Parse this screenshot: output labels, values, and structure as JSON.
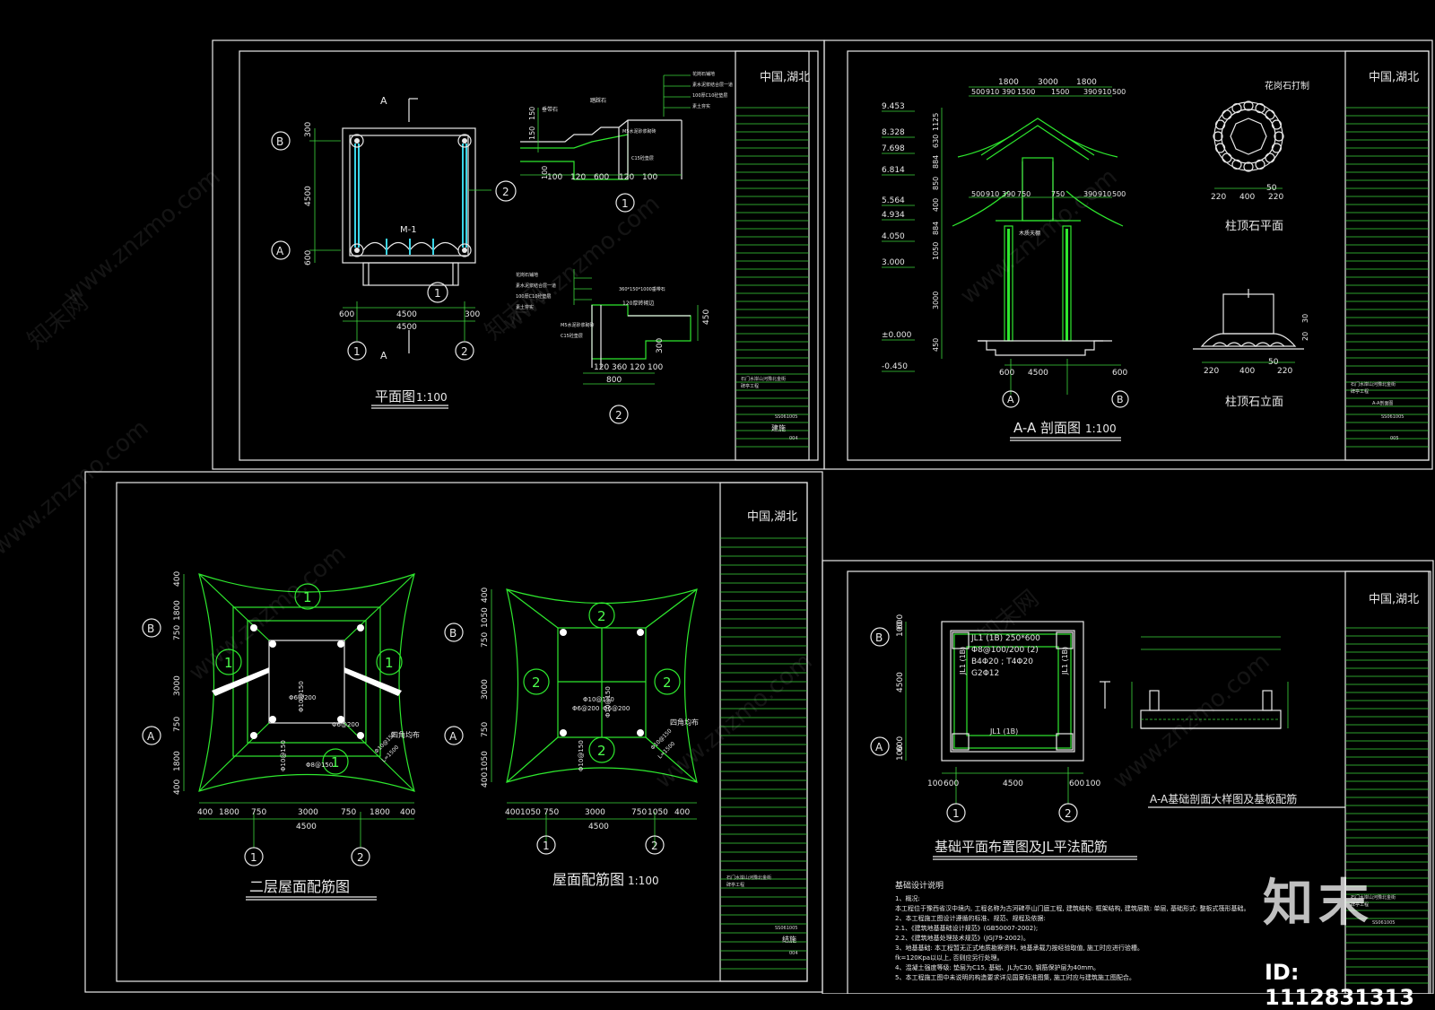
{
  "title_block": {
    "location": "中国,湖北",
    "project_line1": "石门水岸山河豫北金街",
    "project_line2": "碑亭工程"
  },
  "sheets": {
    "s1": {
      "plan_title": "平面图",
      "plan_scale": "1:100",
      "detail1": "1",
      "detail2": "2",
      "axis_a": "A",
      "axis_b": "B",
      "axis_1": "1",
      "axis_2": "2",
      "door_label": "M-1",
      "dims_v": [
        "300",
        "4500",
        "600"
      ],
      "dims_h": [
        "600",
        "4500",
        "300"
      ],
      "dim_total": "4500",
      "d1_dims": [
        "100",
        "120",
        "600",
        "120",
        "100"
      ],
      "d1_vert": [
        "150",
        "150",
        "100"
      ],
      "d2_dims": [
        "120",
        "360",
        "120",
        "100"
      ],
      "d2_total": "800",
      "d2_side": [
        "450",
        "300"
      ],
      "d1_notes": [
        "花岗石铺地",
        "素水泥浆结合层一道",
        "100厚C10砼垫层",
        "素土夯实"
      ],
      "d2_notes": [
        "花岗石铺地",
        "素水泥浆结合层一道",
        "100厚C10砼垫层",
        "素土夯实"
      ],
      "d1_labels": [
        "垂带石",
        "踏踩石",
        "M5水泥砂浆砌砖",
        "C15砼垫层"
      ],
      "d2_labels": [
        "360*150*1000垂带石",
        "120厚砖砌边",
        "M5水泥砂浆砌砖",
        "C15砼垫层"
      ],
      "sheet_no": "SS061005",
      "sheet_page": "004",
      "discipline": "建施"
    },
    "s2": {
      "section_title": "A-A 剖面图",
      "section_scale": "1:100",
      "elevations": [
        "9.453",
        "8.328",
        "7.698",
        "6.814",
        "5.564",
        "4.934",
        "4.050",
        "3.000",
        "±0.000",
        "-0.450"
      ],
      "top_dims": [
        "1800",
        "3000",
        "1800"
      ],
      "top_sub": [
        "500",
        "910",
        "390",
        "1500",
        "1500",
        "390",
        "910",
        "500"
      ],
      "mid_sub": [
        "500",
        "910",
        "390",
        "750",
        "750",
        "390",
        "910",
        "500"
      ],
      "right_dims": [
        "1125",
        "630",
        "884",
        "850",
        "400",
        "884",
        "1050",
        "3000",
        "450"
      ],
      "bottom_dims": [
        "600",
        "4500",
        "600"
      ],
      "axis_a": "A",
      "axis_b": "B",
      "ceiling_label": "木质天棚",
      "cap_plan_title": "柱顶石平面",
      "cap_elev_title": "柱顶石立面",
      "cap_label": "花岗石打制",
      "cap_dims": [
        "220",
        "400",
        "220"
      ],
      "cap_top_dim": "50",
      "cap_height": [
        "20",
        "30"
      ],
      "sheet_no": "SS061005",
      "sheet_page": "005",
      "sheet_name": "A-A剖面图"
    },
    "s3": {
      "title1": "二层屋面配筋图",
      "title2": "屋面配筋图",
      "scale": "1:100",
      "mark1": "1",
      "mark2": "2",
      "axis_a": "A",
      "axis_b": "B",
      "axis_1": "1",
      "axis_2": "2",
      "dims_v1": [
        "400",
        "1800",
        "750",
        "3000",
        "750",
        "1800",
        "400"
      ],
      "dims_v2": [
        "400",
        "1050",
        "750",
        "3000",
        "750",
        "1050",
        "400"
      ],
      "dims_h1": [
        "400",
        "1800",
        "750",
        "3000",
        "750",
        "1800",
        "400"
      ],
      "dims_h2": [
        "400",
        "1050",
        "750",
        "3000",
        "750",
        "1050",
        "400"
      ],
      "total": "4500",
      "rebar_labels": [
        "Φ6@200",
        "Φ10@150",
        "Φ6@200",
        "Φ10@150",
        "Φ8@150"
      ],
      "corner_label": "四角均布",
      "corner_rebar": "Φ10@150",
      "corner_len": "L=1500",
      "sheet_no": "SS061005",
      "sheet_page": "004",
      "discipline": "结施"
    },
    "s4": {
      "plan_title": "基础平面布置图及JL平法配筋",
      "section_title": "A-A基础剖面大样图及基板配筋",
      "axis_a": "A",
      "axis_b": "B",
      "axis_1": "1",
      "axis_2": "2",
      "beam_label": "JL1 (1B) 250*600",
      "beam_stirrup": "Φ8@100/200 (2)",
      "beam_bars": "B4Φ20 ; T4Φ20",
      "beam_side": "G2Φ12",
      "beam_bottom": "JL1 (1B)",
      "dims_v": [
        "100",
        "600",
        "4500",
        "600",
        "100"
      ],
      "dims_h": [
        "100",
        "600",
        "4500",
        "600",
        "100"
      ],
      "notes_title": "基础设计说明",
      "notes": [
        "1、概况:",
        "本工程位于豫西省汉中境内, 工程名称为古河碑亭山门庭工程, 建筑结构: 框架结构, 建筑层数: 单层, 基础形式: 整板式筏形基础。",
        "2、本工程施工图设计遵循的标准、规范、规程及依据:",
        "2.1、《建筑地基基础设计规范》(GB50007-2002);",
        "2.2、《建筑地基处理技术规范》(JGJ79-2002)。",
        "3、地基基础: 本工程暂无正式地质勘察资料, 地基承载力按经验取值, 施工时应进行验槽。",
        "fk=120Kpa以以上, 否则应另行处理。",
        "4、混凝土强度等级: 垫层为C15, 基础、JL为C30, 钢筋保护层为40mm。",
        "5、本工程施工图中未说明的构造要求详见国家标准图集, 施工时应与建筑施工图配合。"
      ],
      "sheet_no": "SS061005"
    }
  },
  "watermark": {
    "text": "www.znzmo.com",
    "cn": "知末网",
    "logo": "知末",
    "id_label": "ID: 1112831313"
  }
}
